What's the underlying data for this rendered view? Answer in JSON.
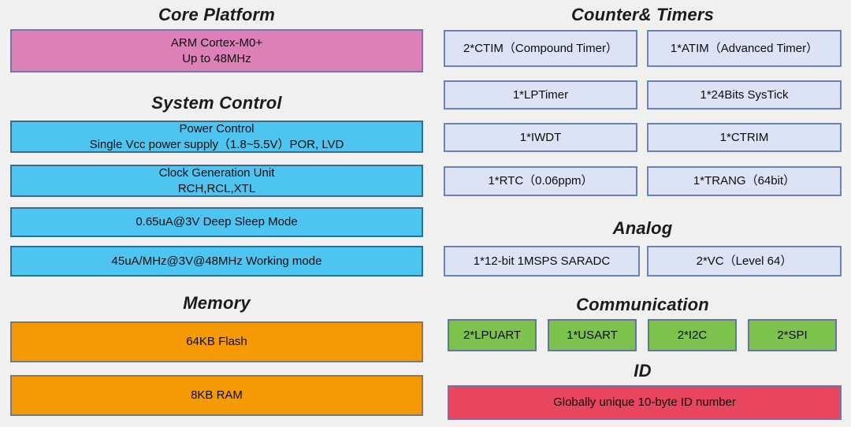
{
  "palette": {
    "background": "#f0f0f0",
    "core": "#dd80b8",
    "system": "#4ec5f1",
    "memory": "#f59a05",
    "timers": "#dce3f4",
    "communication": "#7cc24c",
    "id": "#e8455f"
  },
  "left_column": {
    "sections": [
      {
        "title": "Core Platform",
        "blocks": [
          {
            "lines": [
              "ARM Cortex-M0+",
              "Up to 48MHz"
            ]
          }
        ]
      },
      {
        "title": "System Control",
        "blocks": [
          {
            "lines": [
              "Power Control",
              "Single Vcc power supply（1.8~5.5V）POR, LVD"
            ]
          },
          {
            "lines": [
              "Clock Generation Unit",
              "RCH,RCL,XTL"
            ]
          },
          {
            "lines": [
              "0.65uA@3V Deep Sleep Mode"
            ]
          },
          {
            "lines": [
              "45uA/MHz@3V@48MHz Working mode"
            ]
          }
        ]
      },
      {
        "title": "Memory",
        "blocks": [
          {
            "lines": [
              "64KB Flash"
            ]
          },
          {
            "lines": [
              "8KB RAM"
            ]
          }
        ]
      }
    ]
  },
  "right_column": {
    "sections": [
      {
        "title": "Counter& Timers",
        "blocks": [
          {
            "lines": [
              "2*CTIM（Compound Timer）"
            ]
          },
          {
            "lines": [
              "1*ATIM（Advanced Timer）"
            ]
          },
          {
            "lines": [
              "1*LPTimer"
            ]
          },
          {
            "lines": [
              "1*24Bits SysTick"
            ]
          },
          {
            "lines": [
              "1*IWDT"
            ]
          },
          {
            "lines": [
              "1*CTRIM"
            ]
          },
          {
            "lines": [
              "1*RTC（0.06ppm）"
            ]
          },
          {
            "lines": [
              "1*TRANG（64bit）"
            ]
          }
        ]
      },
      {
        "title": "Analog",
        "blocks": [
          {
            "lines": [
              "1*12-bit  1MSPS SARADC"
            ]
          },
          {
            "lines": [
              "2*VC（Level 64）"
            ]
          }
        ]
      },
      {
        "title": "Communication",
        "blocks": [
          {
            "lines": [
              "2*LPUART"
            ]
          },
          {
            "lines": [
              "1*USART"
            ]
          },
          {
            "lines": [
              "2*I2C"
            ]
          },
          {
            "lines": [
              "2*SPI"
            ]
          }
        ]
      },
      {
        "title": "ID",
        "blocks": [
          {
            "lines": [
              "Globally unique 10-byte ID number"
            ]
          }
        ]
      }
    ]
  }
}
